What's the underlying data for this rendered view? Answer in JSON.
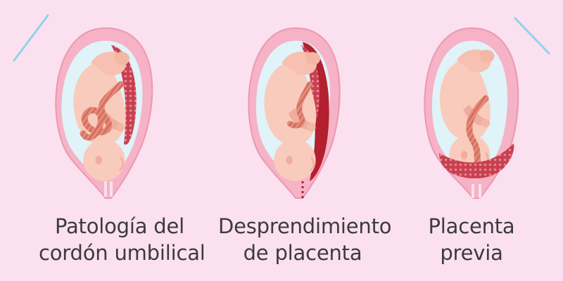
{
  "colors": {
    "background": "#fbe0ef",
    "uterus_wall": "#f6b2c6",
    "uterus_outline": "#ec98b1",
    "amniotic_fluid": "#dff3f8",
    "fetus_skin": "#f9cbbd",
    "fetus_shade": "#eeae9d",
    "placenta": "#c23a4a",
    "placenta_pattern": "#e27a86",
    "abruption_blood": "#b3202f",
    "caption_text": "#3b3b3b",
    "accent_line": "#8fd3ea"
  },
  "panels": [
    {
      "id": "cord",
      "caption_lines": [
        "Patología del",
        "cordón umbilical"
      ],
      "icon": "umbilical-cord-pathology-illustration"
    },
    {
      "id": "abruption",
      "caption_lines": [
        "Desprendimiento",
        "de placenta"
      ],
      "icon": "placental-abruption-illustration"
    },
    {
      "id": "previa",
      "caption_lines": [
        "Placenta",
        "previa"
      ],
      "icon": "placenta-previa-illustration"
    }
  ]
}
